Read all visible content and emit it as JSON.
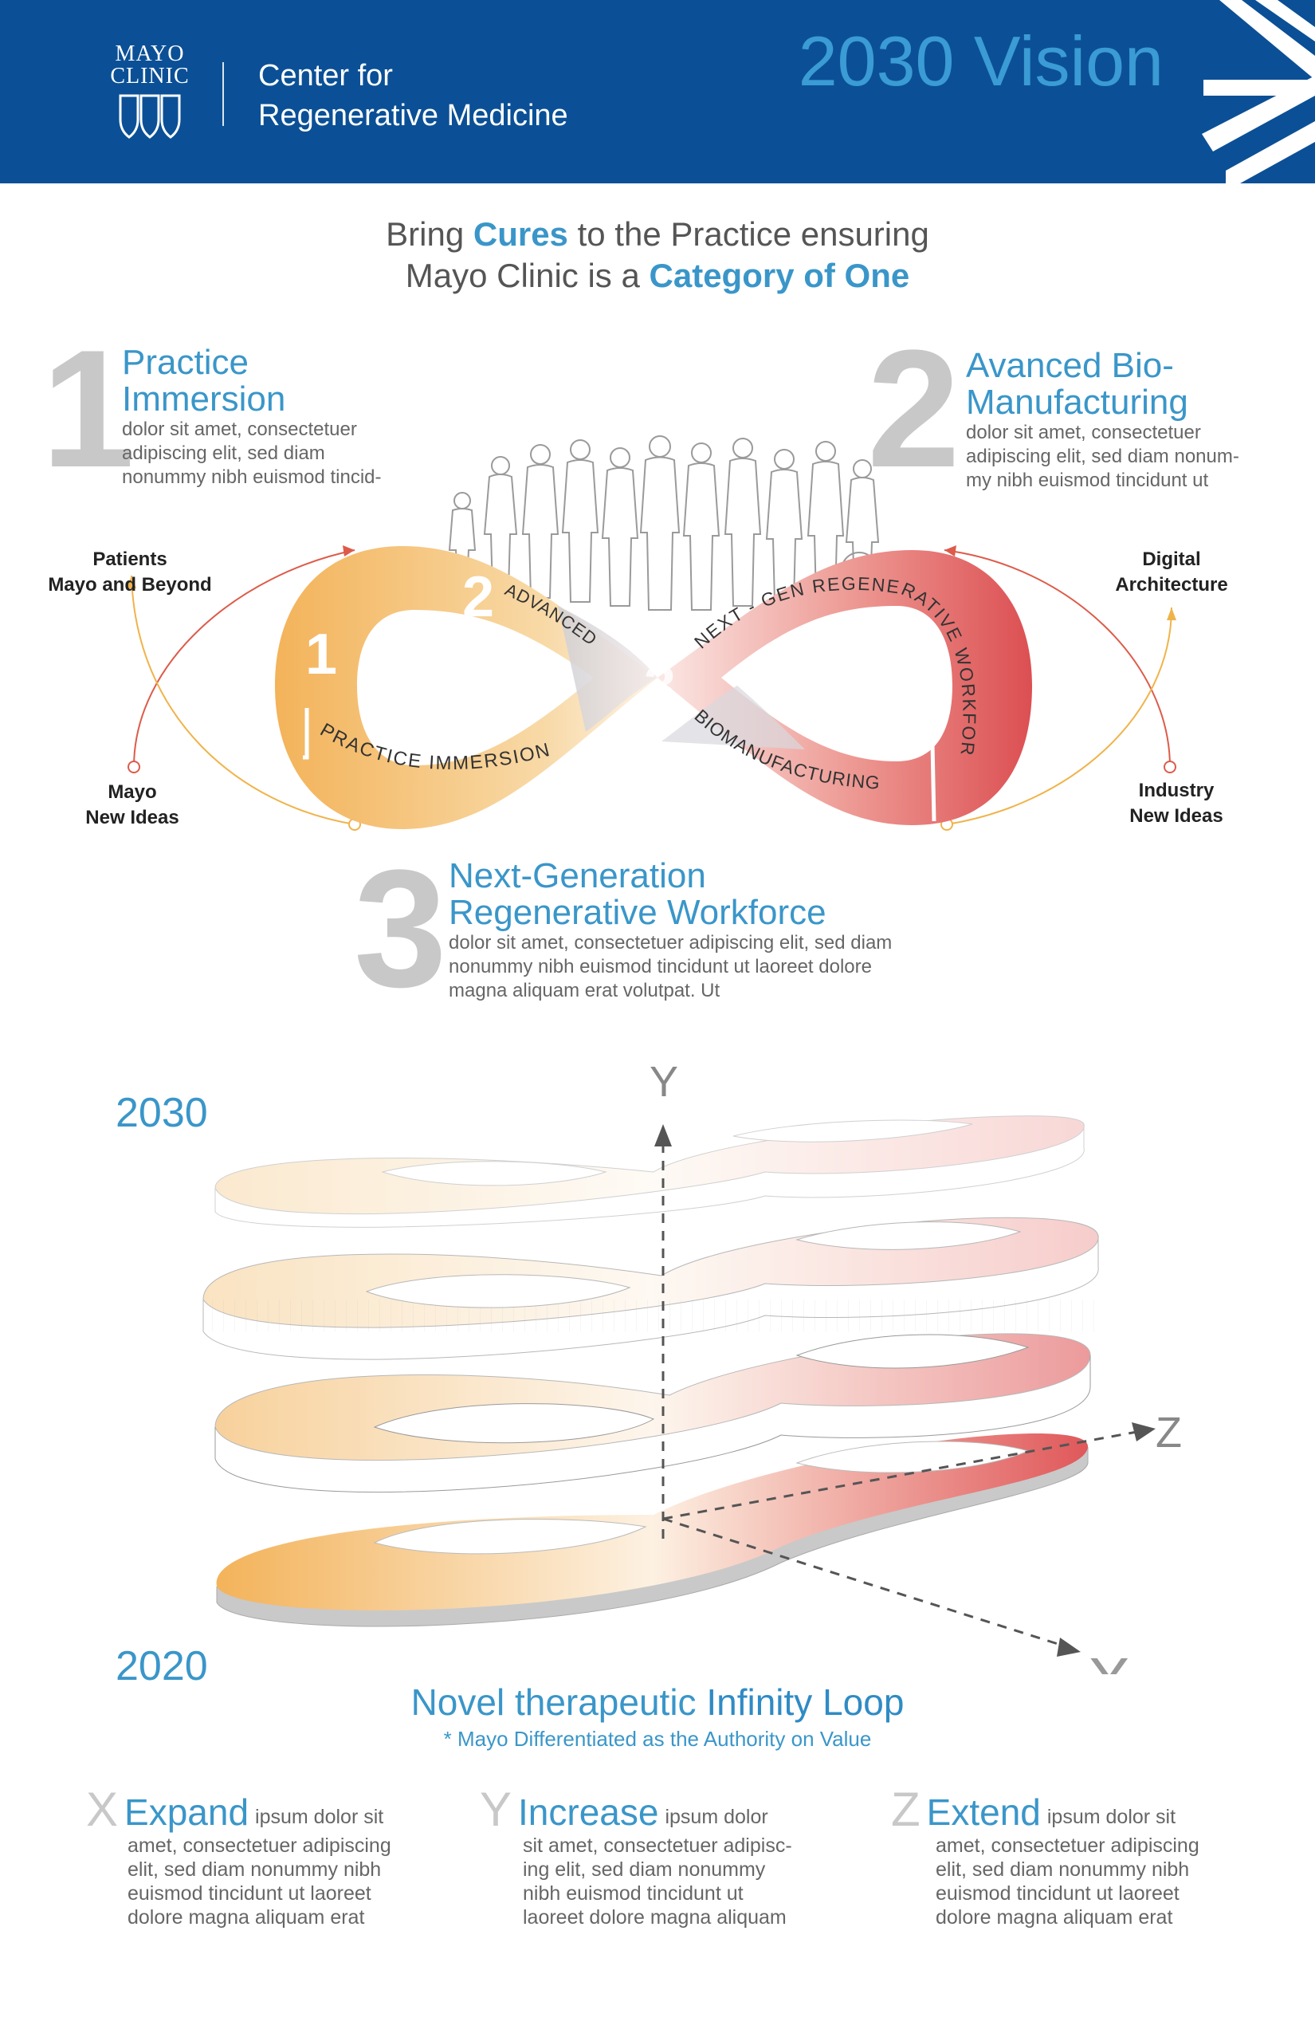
{
  "header": {
    "logo_line1": "MAYO",
    "logo_line2": "CLINIC",
    "center_line1": "Center for",
    "center_line2": "Regenerative Medicine",
    "vision_title": "2030 Vision"
  },
  "tagline": {
    "line1_pre": "Bring ",
    "line1_hl": "Cures",
    "line1_post": " to the Practice ensuring",
    "line2_pre": "Mayo Clinic is a ",
    "line2_hl": "Category of One"
  },
  "sections": [
    {
      "number": "1",
      "title1": "Practice",
      "title2": "Immersion",
      "body": [
        "dolor sit amet, consectetuer",
        "adipiscing elit, sed diam",
        "nonummy nibh euismod tincid-"
      ]
    },
    {
      "number": "2",
      "title1": "Avanced Bio-",
      "title2": "Manufacturing",
      "body": [
        "dolor sit amet, consectetuer",
        "adipiscing elit, sed diam nonum-",
        "my nibh euismod tincidunt ut"
      ]
    },
    {
      "number": "3",
      "title1": "Next-Generation",
      "title2": "Regenerative Workforce",
      "body": [
        "dolor sit amet, consectetuer adipiscing elit, sed diam",
        "nonummy nibh euismod tincidunt ut laoreet dolore",
        "magna aliquam erat volutpat. Ut"
      ]
    }
  ],
  "side_labels": {
    "top_left": [
      "Patients",
      "Mayo and Beyond"
    ],
    "bottom_left": [
      "Mayo",
      "New Ideas"
    ],
    "top_right": [
      "Digital",
      "Architecture"
    ],
    "bottom_right": [
      "Industry",
      "New Ideas"
    ]
  },
  "infinity": {
    "num1": "1",
    "num2": "2",
    "num3": "3",
    "label_practice": "PRACTICE  IMMERSION",
    "label_advanced": "ADVANCED",
    "label_nextgen": "NEXT - GEN  REGENERATIVE  WORKFORCE",
    "label_bio": "BIOMANUFACTURING"
  },
  "loop3d": {
    "year_top": "2030",
    "year_bottom": "2020",
    "axis_y": "Y",
    "axis_z": "Z",
    "axis_x": "X"
  },
  "loop_caption": {
    "pre": "Novel therapeutic ",
    "strong": "Infinity Loop",
    "sub": "* Mayo Differentiated as the Authority on Value"
  },
  "columns": [
    {
      "letter": "X",
      "head": "Expand",
      "lines": [
        "ipsum dolor sit",
        "amet, consectetuer adipiscing",
        "elit, sed diam nonummy nibh",
        "euismod tincidunt ut laoreet",
        "dolore magna aliquam erat"
      ]
    },
    {
      "letter": "Y",
      "head": "Increase",
      "lines": [
        "ipsum dolor",
        "sit amet, consectetuer adipisc-",
        "ing elit, sed diam nonummy",
        "nibh euismod tincidunt ut",
        "laoreet dolore magna aliquam"
      ]
    },
    {
      "letter": "Z",
      "head": "Extend",
      "lines": [
        "ipsum dolor sit",
        "amet, consectetuer adipiscing",
        "elit, sed diam nonummy nibh",
        "euismod tincidunt ut laoreet",
        "dolore magna aliquam erat"
      ]
    }
  ],
  "colors": {
    "header_bg": "#0b5096",
    "accent_blue": "#3a96c9",
    "orange": "#f3b35a",
    "red": "#de5a5a",
    "number_gray": "#c8c8c8"
  }
}
